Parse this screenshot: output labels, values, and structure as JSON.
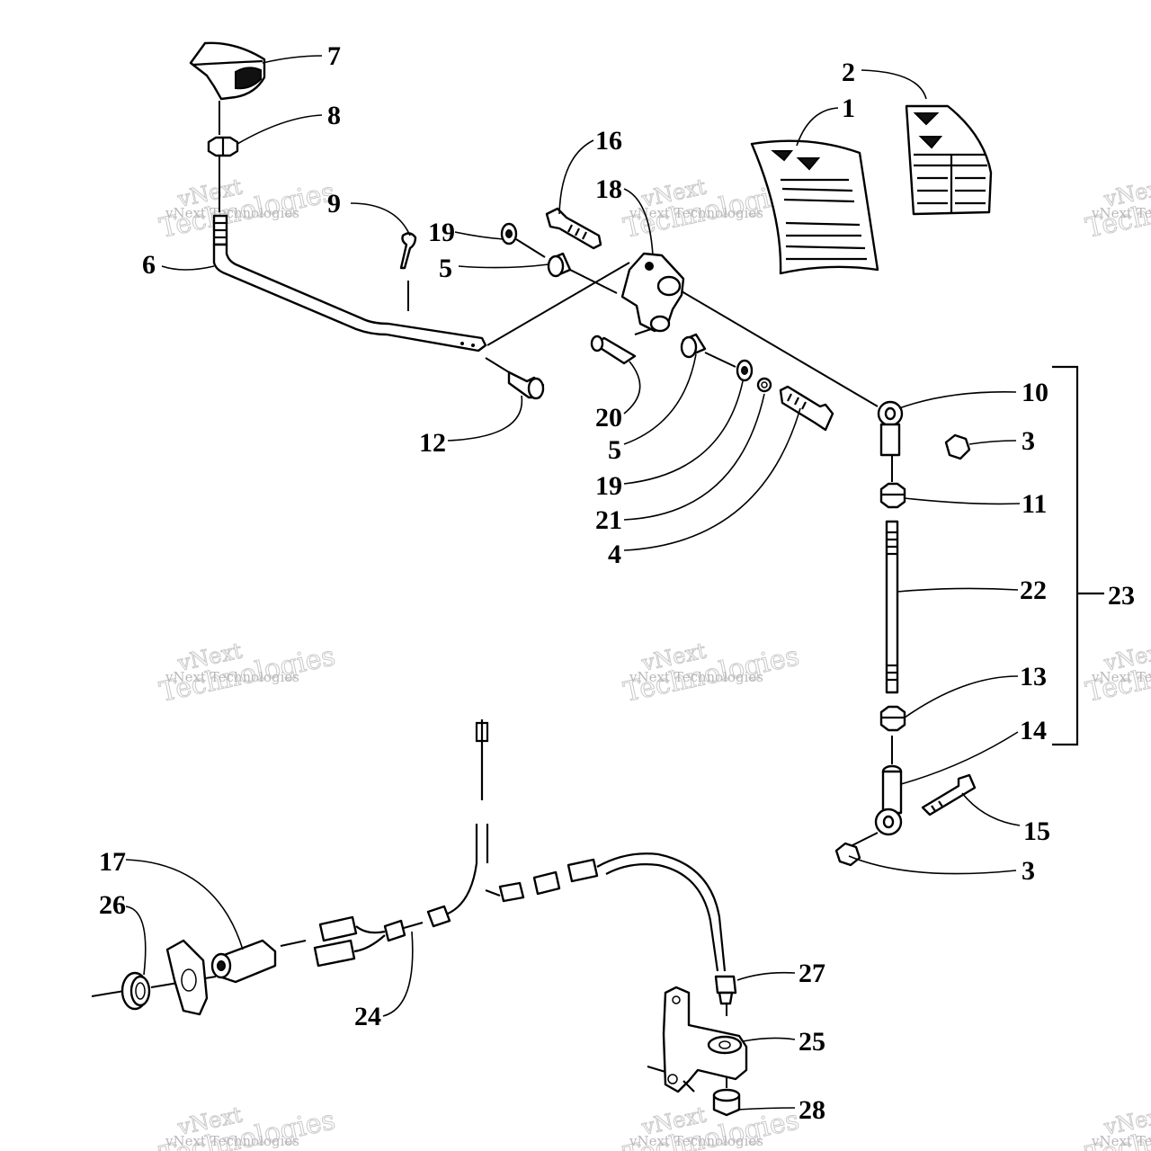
{
  "diagram": {
    "callouts": [
      {
        "id": "c7",
        "text": "7"
      },
      {
        "id": "c8",
        "text": "8"
      },
      {
        "id": "c9",
        "text": "9"
      },
      {
        "id": "c6",
        "text": "6"
      },
      {
        "id": "c12",
        "text": "12"
      },
      {
        "id": "c16",
        "text": "16"
      },
      {
        "id": "c18",
        "text": "18"
      },
      {
        "id": "c19a",
        "text": "19"
      },
      {
        "id": "c5a",
        "text": "5"
      },
      {
        "id": "c20",
        "text": "20"
      },
      {
        "id": "c5b",
        "text": "5"
      },
      {
        "id": "c19b",
        "text": "19"
      },
      {
        "id": "c21",
        "text": "21"
      },
      {
        "id": "c4",
        "text": "4"
      },
      {
        "id": "c1",
        "text": "1"
      },
      {
        "id": "c2",
        "text": "2"
      },
      {
        "id": "c10",
        "text": "10"
      },
      {
        "id": "c3a",
        "text": "3"
      },
      {
        "id": "c11",
        "text": "11"
      },
      {
        "id": "c22",
        "text": "22"
      },
      {
        "id": "c23",
        "text": "23"
      },
      {
        "id": "c13",
        "text": "13"
      },
      {
        "id": "c14",
        "text": "14"
      },
      {
        "id": "c15",
        "text": "15"
      },
      {
        "id": "c3b",
        "text": "3"
      },
      {
        "id": "c17",
        "text": "17"
      },
      {
        "id": "c26",
        "text": "26"
      },
      {
        "id": "c24",
        "text": "24"
      },
      {
        "id": "c27",
        "text": "27"
      },
      {
        "id": "c25",
        "text": "25"
      },
      {
        "id": "c28",
        "text": "28"
      }
    ]
  },
  "watermark": {
    "brand": "vNext",
    "word": "Technologies",
    "line": "vNext Technologies"
  }
}
